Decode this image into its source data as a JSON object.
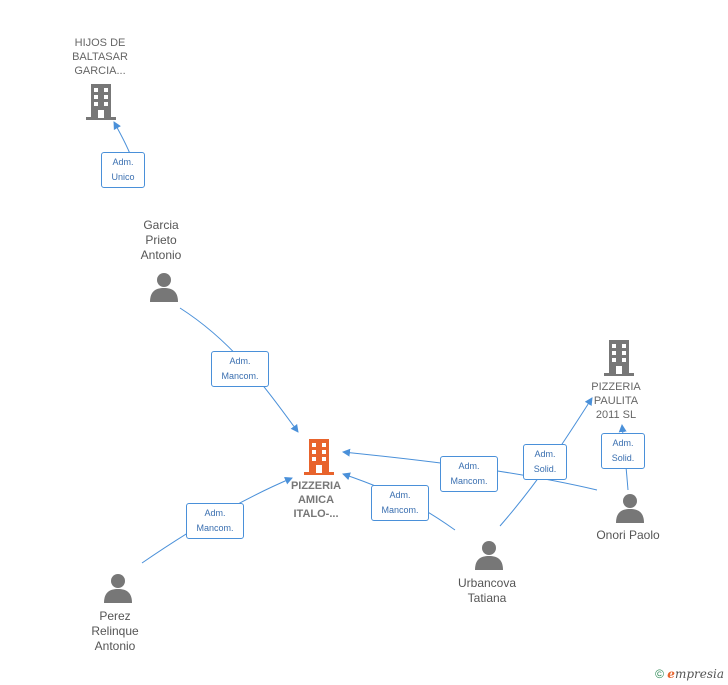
{
  "nodes": {
    "hijos": {
      "label_lines": [
        "HIJOS DE",
        "BALTASAR",
        "GARCIA..."
      ],
      "kind": "company"
    },
    "garcia": {
      "label_lines": [
        "Garcia",
        "Prieto",
        "Antonio"
      ],
      "kind": "person"
    },
    "pizzeria_amica": {
      "label_lines": [
        "PIZZERIA",
        "AMICA",
        "ITALO-..."
      ],
      "kind": "company-focus"
    },
    "pizzeria_paulita": {
      "label_lines": [
        "PIZZERIA",
        "PAULITA",
        "2011 SL"
      ],
      "kind": "company"
    },
    "onori": {
      "label_lines": [
        "Onori Paolo"
      ],
      "kind": "person"
    },
    "urbancova": {
      "label_lines": [
        "Urbancova",
        "Tatiana"
      ],
      "kind": "person"
    },
    "perez": {
      "label_lines": [
        "Perez",
        "Relinque",
        "Antonio"
      ],
      "kind": "person"
    }
  },
  "edges": {
    "garcia_hijos": [
      "Adm.",
      "Unico"
    ],
    "garcia_amica": [
      "Adm.",
      "Mancom."
    ],
    "perez_amica": [
      "Adm.",
      "Mancom."
    ],
    "urbancova_amica": [
      "Adm.",
      "Mancom."
    ],
    "onori_amica": [
      "Adm.",
      "Mancom."
    ],
    "urbancova_paulita": [
      "Adm.",
      "Solid."
    ],
    "onori_paulita": [
      "Adm.",
      "Solid."
    ]
  },
  "colors": {
    "edge": "#4a90d9",
    "icon": "#777777",
    "focus": "#e8632c"
  },
  "footer": {
    "copyright": "©",
    "brand_e": "e",
    "brand_rest": "mpresia"
  }
}
